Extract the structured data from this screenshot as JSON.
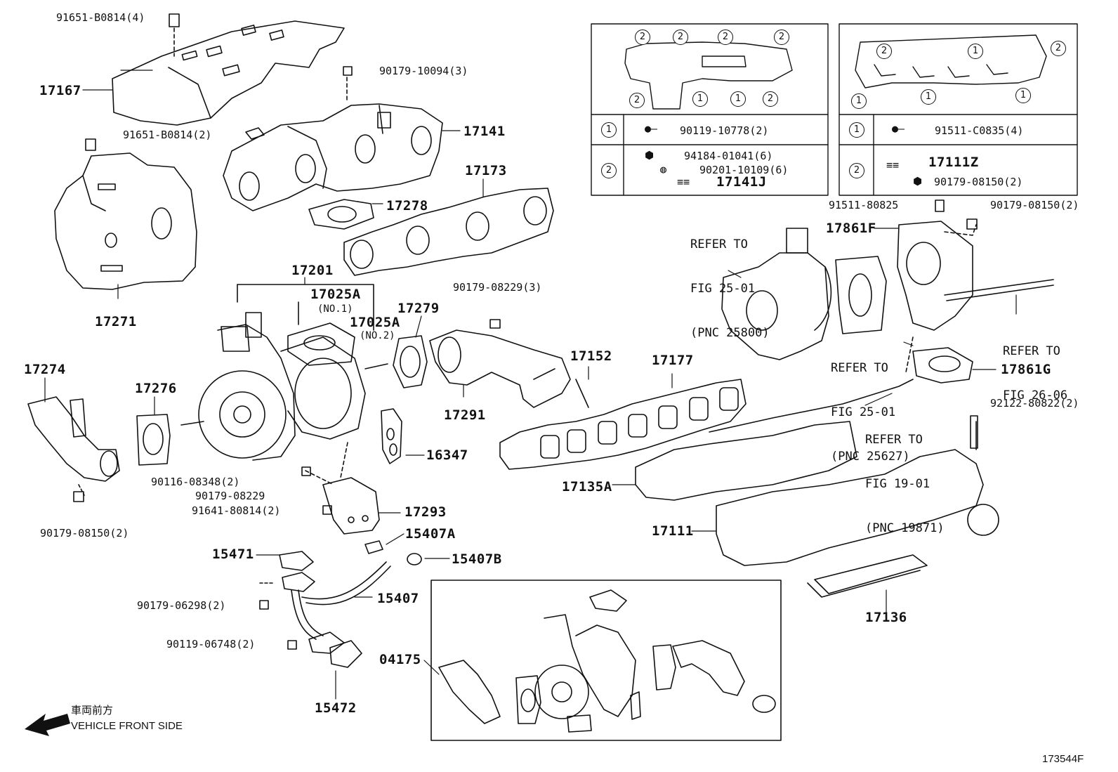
{
  "drawing_id": "173544F",
  "orientation": {
    "jp_label": "車両前方",
    "en_label": "VEHICLE FRONT SIDE"
  },
  "parts": {
    "p17167": "17167",
    "p17271": "17271",
    "p17141": "17141",
    "p17173": "17173",
    "p17278": "17278",
    "p17201": "17201",
    "p17025A_1": "17025A",
    "p17025A_1_sub": "(NO.1)",
    "p17025A_2": "17025A",
    "p17025A_2_sub": "(NO.2)",
    "p17279": "17279",
    "p17274": "17274",
    "p17276": "17276",
    "p17291": "17291",
    "p17152": "17152",
    "p17177": "17177",
    "p16347": "16347",
    "p17293": "17293",
    "p15407A": "15407A",
    "p15407B": "15407B",
    "p15471": "15471",
    "p15407": "15407",
    "p15472": "15472",
    "p04175": "04175",
    "p17135A": "17135A",
    "p17111": "17111",
    "p17136": "17136",
    "p17861F": "17861F",
    "p17861G": "17861G"
  },
  "fasteners": {
    "f_91651_4": "91651-B0814(4)",
    "f_90179_10094": "90179-10094(3)",
    "f_91651_2": "91651-B0814(2)",
    "f_90179_08229_3": "90179-08229(3)",
    "f_90116": "90116-08348(2)",
    "f_90179_08229": "90179-08229",
    "f_91641": "91641-80814(2)",
    "f_90179_08150_l": "90179-08150(2)",
    "f_90179_06298": "90179-06298(2)",
    "f_90119_06748": "90119-06748(2)",
    "f_91511_80825": "91511-80825",
    "f_90179_08150_r": "90179-08150(2)",
    "f_92122": "92122-80822(2)"
  },
  "refs": {
    "ref_25800": [
      "REFER TO",
      "FIG 25-01",
      "(PNC 25800)"
    ],
    "ref_25627": [
      "REFER TO",
      "FIG 25-01",
      "(PNC 25627)"
    ],
    "ref_26_06": [
      "REFER TO",
      "FIG 26-06"
    ],
    "ref_19871": [
      "REFER TO",
      "FIG 19-01",
      "(PNC 19871)"
    ]
  },
  "legend_left": {
    "row1_mark": "1",
    "row1_part": "90119-10778(2)",
    "row2_mark": "2",
    "row2_part_a": "94184-01041(6)",
    "row2_part_b": "90201-10109(6)",
    "row2_part_c": "17141J",
    "diagram_marks": [
      "2",
      "2",
      "2",
      "2",
      "2",
      "1",
      "1",
      "2"
    ]
  },
  "legend_right": {
    "row1_mark": "1",
    "row1_part": "91511-C0835(4)",
    "row2_mark": "2",
    "row2_part_a": "17111Z",
    "row2_part_b": "90179-08150(2)",
    "diagram_marks": [
      "2",
      "1",
      "2",
      "1",
      "1",
      "1"
    ]
  }
}
